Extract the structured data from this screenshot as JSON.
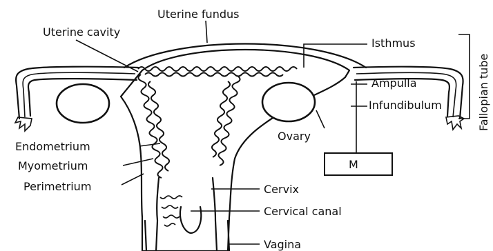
{
  "labels": {
    "uterine_fundus": "Uterine fundus",
    "uterine_cavity": "Uterine cavity",
    "isthmus": "Isthmus",
    "ampulla": "Ampulla",
    "infundibulum": "Infundibulum",
    "fallopian_tube": "Fallopian tube",
    "ovary": "Ovary",
    "marker": "M",
    "endometrium": "Endometrium",
    "myometrium": "Myometrium",
    "perimetrium": "Perimetrium",
    "cervix": "Cervix",
    "cervical_canal": "Cervical canal",
    "vagina": "Vagina"
  }
}
